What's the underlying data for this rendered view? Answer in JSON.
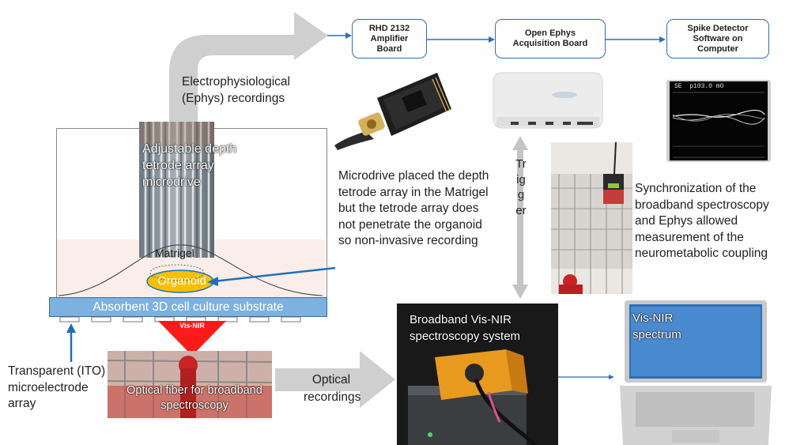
{
  "flow": {
    "amplifier": "RHD 2132 Amplifier Board",
    "acquisition": "Open Ephys Acquisition Board",
    "software": "Spike Detector Software on Computer"
  },
  "labels": {
    "ephys_recordings": "Electrophysiological (Ephys) recordings",
    "microdrive_note": "Microdrive placed the depth tetrode array in the Matrigel but the tetrode array does not penetrate the organoid so non-invasive recording",
    "sync_note": "Synchronization of the broadband spectroscopy and Ephys allowed measurement of the neurometabolic coupling",
    "trigger": "Trigger",
    "optical_recordings": "Optical recordings",
    "transparent_array": "Transparent (ITO) microelectrode array",
    "tetrode_array": "Adjustable depth tetrode array microdrive",
    "matrigel": "Matrigel",
    "organoid": "Organoid",
    "substrate": "Absorbent 3D cell culture substrate",
    "vis_nir_beam": "Vis-NIR",
    "optical_fiber": "Optical fiber for broadband spectroscopy",
    "spectroscopy_system": "Broadband Vis-NIR spectroscopy system",
    "spectrum": "Vis-NIR spectrum",
    "screen_readout": "SE  p103.0 mO"
  },
  "colors": {
    "flow_border": "#2e6fb5",
    "arrow_gray": "#c8c8c8",
    "substrate_blue": "#7cb1e0",
    "organoid_yellow": "#f6c000",
    "beam_red": "#ff1a1a",
    "pointer_blue": "#1f6fb8"
  }
}
